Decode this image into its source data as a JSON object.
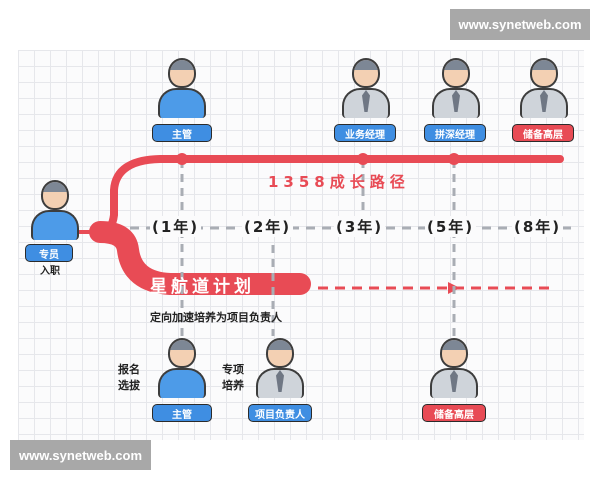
{
  "watermarks": {
    "top": "www.synetweb.com",
    "bottom": "www.synetweb.com"
  },
  "diagram": {
    "route_title": "1358成长路径",
    "plan_title": "星航道计划",
    "plan_subtitle": "定向加速培养为项目负责人",
    "start": {
      "badge": "专员",
      "label": "入职"
    },
    "years": [
      "(1年)",
      "(2年)",
      "(3年)",
      "(5年)",
      "(8年)"
    ],
    "upper_roles": [
      {
        "badge": "主管"
      },
      {
        "badge": "业务经理"
      },
      {
        "badge": "拼深经理"
      },
      {
        "badge": "储备高层"
      }
    ],
    "lower_roles": [
      {
        "side_label": "报名\n选拔",
        "badge": "主管"
      },
      {
        "side_label": "专项\n培养",
        "badge": "项目负责人"
      },
      {
        "badge": "储备高层"
      }
    ],
    "colors": {
      "accent_red": "#e84b55",
      "accent_blue": "#3f8ee2",
      "dash_gray": "#a9adb4"
    }
  }
}
